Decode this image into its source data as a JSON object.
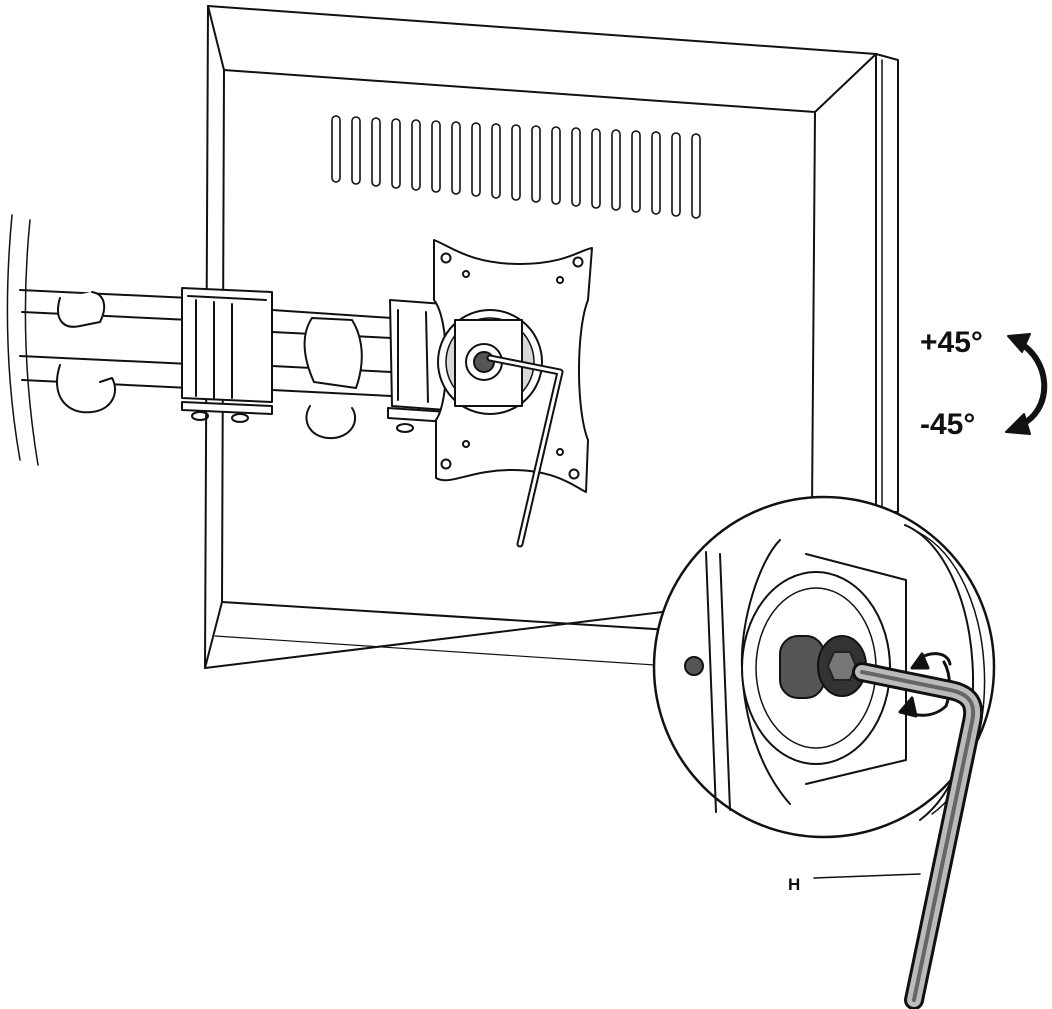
{
  "labels": {
    "tilt_up": "+45°",
    "tilt_down": "-45°",
    "part_letter": "H"
  },
  "colors": {
    "line": "#111111",
    "fill": "#ffffff",
    "shade": "#d9d9d9",
    "dark": "#555555"
  }
}
